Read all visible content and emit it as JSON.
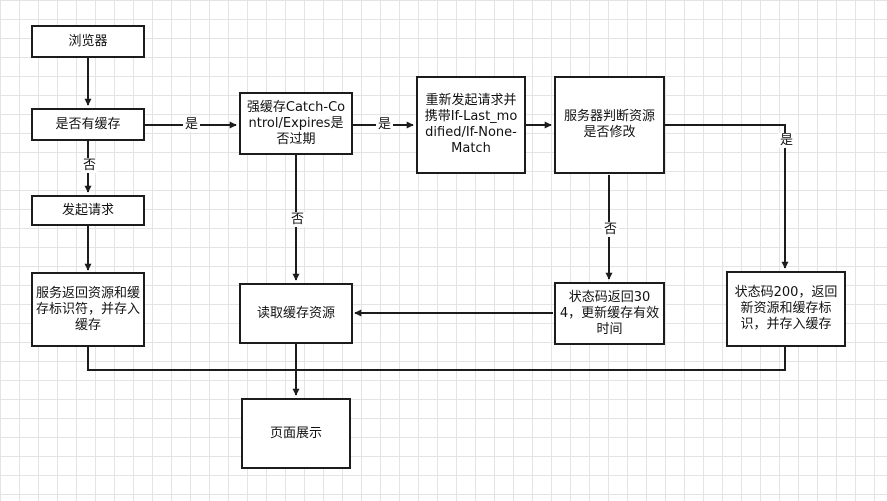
{
  "nodes": {
    "browser": "浏览器",
    "has_cache": "是否有缓存",
    "strong_cache": "强缓存Catch-Control/Expires是否过期",
    "revalidate": "重新发起请求并携带If-Last_modified/If-None-Match",
    "server_check": "服务器判断资源是否修改",
    "send_request": "发起请求",
    "server_return": "服务返回资源和缓存标识符，并存入缓存",
    "read_cache": "读取缓存资源",
    "status_304": "状态码返回304，更新缓存有效时间",
    "status_200": "状态码200，返回新资源和缓存标识，并存入缓存",
    "page_display": "页面展示"
  },
  "edge_labels": {
    "has_cache_yes": "是",
    "has_cache_no": "否",
    "strong_expired_yes": "是",
    "strong_expired_no": "否",
    "modified_yes": "是",
    "modified_no": "否"
  },
  "colors": {
    "line": "#1c1c1c",
    "grid": "#e4e4e4",
    "background": "#ffffff"
  }
}
